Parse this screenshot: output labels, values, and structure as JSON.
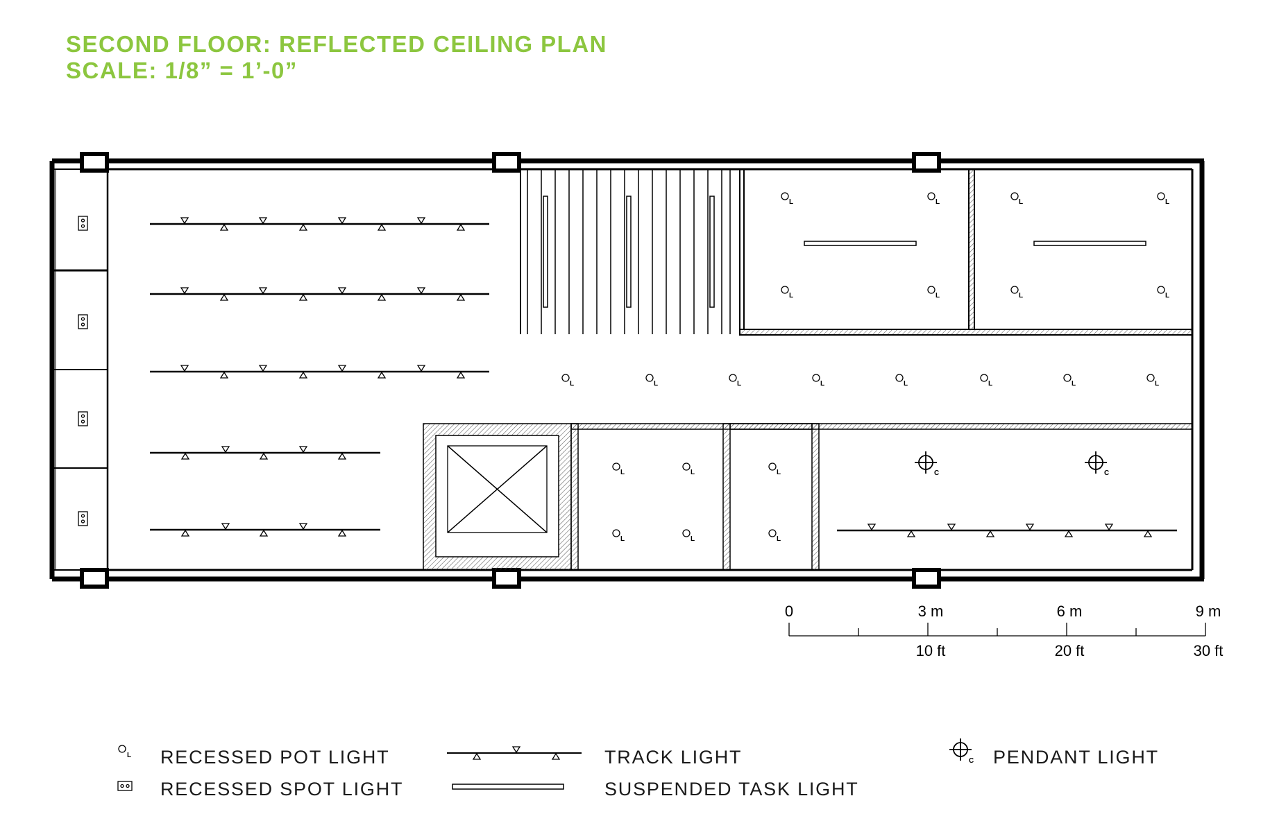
{
  "title": {
    "line1": "SECOND FLOOR: REFLECTED CEILING PLAN",
    "line2": "SCALE: 1/8” = 1’-0”"
  },
  "scale_bar": {
    "metric_labels": [
      "0",
      "3 m",
      "6 m",
      "9 m"
    ],
    "imperial_labels": [
      "10 ft",
      "20 ft",
      "30 ft"
    ]
  },
  "legend": {
    "recessed_pot_light": "RECESSED POT LIGHT",
    "recessed_spot_light": "RECESSED SPOT LIGHT",
    "track_light": "TRACK LIGHT",
    "suspended_task_light": "SUSPENDED TASK LIGHT",
    "pendant_light": "PENDANT LIGHT"
  },
  "symbol_subscripts": {
    "pot": "L",
    "pendant": "C"
  },
  "colors": {
    "title_green": "#8cc63f",
    "line_black": "#000000",
    "hatch_gray": "#777777"
  },
  "icons": [
    "recessed-pot-light-icon",
    "recessed-spot-light-icon",
    "track-light-icon",
    "suspended-task-light-icon",
    "pendant-light-icon"
  ]
}
